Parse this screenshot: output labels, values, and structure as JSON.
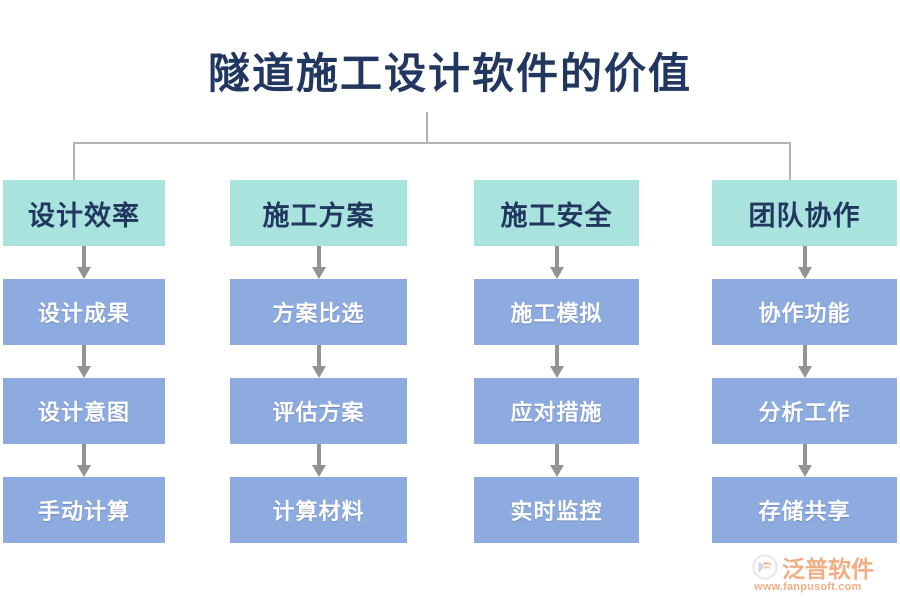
{
  "diagram": {
    "title": "隧道施工设计软件的价值",
    "type": "hierarchy-flowchart",
    "colors": {
      "title_text": "#22375f",
      "header_box_fill": "#a8e3dd",
      "header_box_text": "#22375f",
      "node_box_fill": "#8eabe0",
      "node_box_text": "#ffffff",
      "connector_line": "#b3b3b3",
      "arrow": "#939393",
      "logo_accent": "#f0a87a"
    },
    "columns": [
      {
        "header": "设计效率",
        "nodes": [
          "设计成果",
          "设计意图",
          "手动计算"
        ]
      },
      {
        "header": "施工方案",
        "nodes": [
          "方案比选",
          "评估方案",
          "计算材料"
        ]
      },
      {
        "header": "施工安全",
        "nodes": [
          "施工模拟",
          "应对措施",
          "实时监控"
        ]
      },
      {
        "header": "团队协作",
        "nodes": [
          "协作功能",
          "分析工作",
          "存储共享"
        ]
      }
    ]
  },
  "watermark": {
    "brand": "泛普软件",
    "url": "www.fanpusoft.com"
  }
}
